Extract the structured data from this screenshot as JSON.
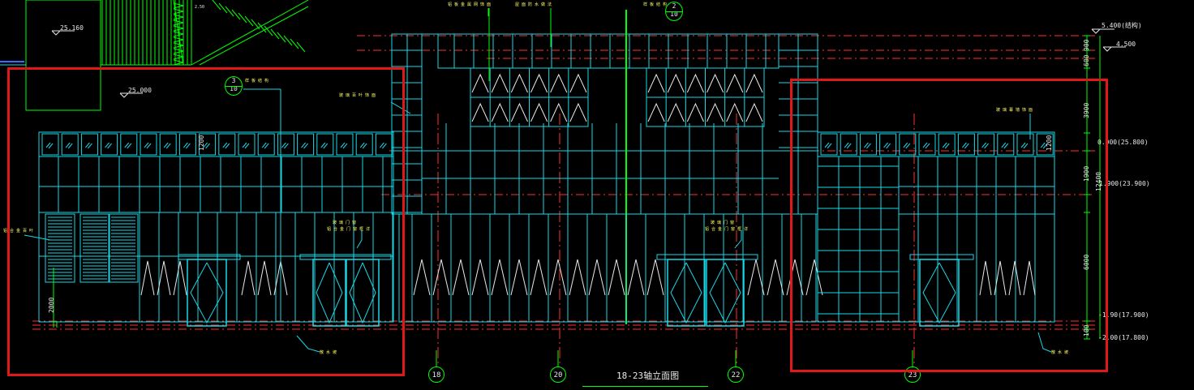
{
  "title": "18-23轴立面图",
  "axes": [
    {
      "id": "axis-18",
      "label": "18"
    },
    {
      "id": "axis-20",
      "label": "20"
    },
    {
      "id": "axis-22",
      "label": "22"
    },
    {
      "id": "axis-23",
      "label": "23"
    }
  ],
  "detail_refs": [
    {
      "id": "ref-left",
      "top": "3",
      "bottom": "10",
      "note": "样 板 结 构"
    },
    {
      "id": "ref-top",
      "top": "2",
      "bottom": "10",
      "note": "样 板 结 构"
    }
  ],
  "levels": {
    "l25160": "25.160",
    "l25000": "25.000",
    "l2500": "2.50",
    "r5400": "5.400(结构)",
    "r4500": "4.500",
    "r25800": "0.000(25.800)",
    "r23900": "1.900(23.900)",
    "r17900": "-1.90(17.900)",
    "r17800": "-2.00(17.800)"
  },
  "dims": {
    "d1200a": "1200",
    "d1200b": "1200",
    "d2000": "2000",
    "d600": "600",
    "d900": "900",
    "d3900": "3900",
    "d1900": "1900",
    "d12400": "12400",
    "d6000": "6000",
    "d100": "100"
  },
  "notes": {
    "n_top1": "铝 板 金 属 网 饰 面",
    "n_top2": "屋 面 防 水 做 法",
    "n_glass": "玻 璃 百 叶 饰 面",
    "n_louver": "铝 合 金 百 叶",
    "n_door1a": "玻 璃 门 窗",
    "n_door1b": "铝 合 金 门 窗 框 详",
    "n_door2a": "玻 璃 门 窗",
    "n_door2b": "铝 合 金 门 窗 框 详",
    "n_right": "玻 璃 幕 墙 饰 面",
    "n_ground1": "散 水 坡",
    "n_ground2": "散 水 坡"
  },
  "colors": {
    "background": "#000000",
    "cyan": "#19d8e8",
    "green": "#00ff00",
    "red": "#ff3030",
    "highlight_box": "#e01818",
    "white": "#e8e8e8"
  }
}
